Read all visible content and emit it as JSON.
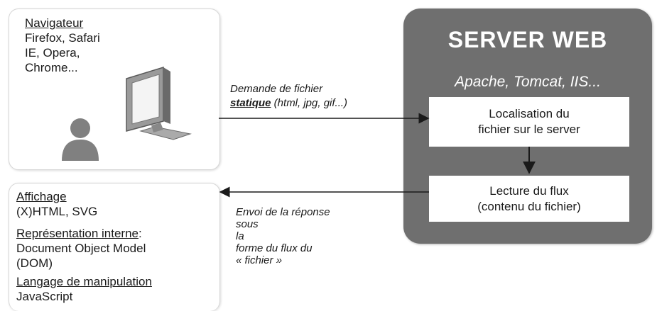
{
  "client_box": {
    "heading": "Navigateur",
    "lines": [
      "Firefox, Safari",
      "IE, Opera,",
      "Chrome..."
    ]
  },
  "display_box": {
    "sections": [
      {
        "heading": "Affichage",
        "suffix": "",
        "lines": [
          "(X)HTML, SVG"
        ]
      },
      {
        "heading": "Représentation interne",
        "suffix": ":",
        "lines": [
          "Document Object Model",
          "(DOM)"
        ]
      },
      {
        "heading": "Langage de manipulation",
        "suffix": "",
        "lines": [
          "JavaScript"
        ]
      }
    ]
  },
  "request_label": {
    "line1": "Demande de fichier",
    "emphasis": "statique",
    "rest": " (html, jpg, gif...)"
  },
  "response_label": {
    "lines": [
      "Envoi de la réponse",
      "sous",
      "la",
      "forme du flux du",
      "« fichier »"
    ]
  },
  "server": {
    "title": "SERVER WEB",
    "subtitle": "Apache, Tomcat, IIS...",
    "step1": [
      "Localisation du",
      "fichier sur le server"
    ],
    "step2": [
      "Lecture du flux",
      "(contenu du fichier)"
    ]
  },
  "colors": {
    "server_bg": "#6f6f6f",
    "box_border": "#d6d6d6",
    "icon_gray": "#808080"
  }
}
